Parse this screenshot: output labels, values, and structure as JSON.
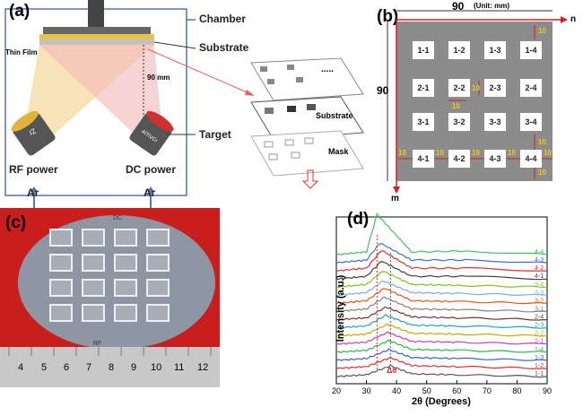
{
  "panel_a": {
    "letter": "(a)",
    "labels": {
      "chamber": "Chamber",
      "substrate": "Substrate",
      "thin_film": "Thin Film",
      "distance": "90 mm",
      "target": "Target",
      "left_target_text": "Zr",
      "right_target_text": "AlTiVCr",
      "rf_power": "RF power",
      "dc_power": "DC power",
      "gas_left": "Ar",
      "gas_right": "Ar"
    }
  },
  "panel_mid": {
    "substrate": "Substrate",
    "mask": "Mask",
    "dots": "....."
  },
  "panel_b": {
    "letter": "(b)",
    "width_label": "90",
    "unit": "(Unit: mm)",
    "height_label": "90",
    "axis_n": "n",
    "axis_m": "m",
    "gap": "10",
    "cells": [
      [
        "1-1",
        "1-2",
        "1-3",
        "1-4"
      ],
      [
        "2-1",
        "2-2",
        "2-3",
        "2-4"
      ],
      [
        "3-1",
        "3-2",
        "3-3",
        "3-4"
      ],
      [
        "4-1",
        "4-2",
        "4-3",
        "4-4"
      ]
    ]
  },
  "panel_c": {
    "letter": "(c)",
    "ruler_numbers": [
      "4",
      "5",
      "6",
      "7",
      "8",
      "9",
      "10",
      "11",
      "12"
    ],
    "wafer_marks": [
      "DC",
      "RF"
    ]
  },
  "panel_d": {
    "letter": "(d)",
    "annotation": "Δθ",
    "colors": {
      "1-1": "#555555",
      "1-2": "#e03030",
      "1-3": "#3a5fd0",
      "1-4": "#2bb24c",
      "2-1": "#c040c0",
      "2-2": "#c8a800",
      "2-3": "#20a0c0",
      "2-4": "#6b3a2a",
      "3-1": "#808080",
      "3-2": "#e05a10",
      "3-3": "#7aaee0",
      "3-4": "#80c020",
      "4-1": "#404040",
      "4-2": "#e03030",
      "4-3": "#3a6fd0",
      "4-4": "#40c060"
    }
  },
  "chart_data": {
    "type": "line",
    "xlabel": "2θ (Degrees)",
    "ylabel": "Intensity (a.u.)",
    "xlim": [
      20,
      90
    ],
    "xticks": [
      20,
      30,
      40,
      50,
      60,
      70,
      80,
      90
    ],
    "series": [
      {
        "name": "1-1",
        "values": [
          [
            20,
            0
          ],
          [
            30,
            0.2
          ],
          [
            38,
            1.2
          ],
          [
            45,
            0.3
          ],
          [
            60,
            0.2
          ],
          [
            90,
            0
          ]
        ]
      },
      {
        "name": "1-2",
        "values": [
          [
            20,
            0
          ],
          [
            30,
            0.2
          ],
          [
            38,
            1.2
          ],
          [
            45,
            0.3
          ],
          [
            60,
            0.2
          ],
          [
            90,
            0
          ]
        ]
      },
      {
        "name": "1-3",
        "values": [
          [
            20,
            0
          ],
          [
            30,
            0.2
          ],
          [
            37.5,
            1.2
          ],
          [
            45,
            0.3
          ],
          [
            60,
            0.2
          ],
          [
            90,
            0
          ]
        ]
      },
      {
        "name": "1-4",
        "values": [
          [
            20,
            0
          ],
          [
            30,
            0.2
          ],
          [
            37.5,
            1.3
          ],
          [
            45,
            0.3
          ],
          [
            60,
            0.2
          ],
          [
            90,
            0
          ]
        ]
      },
      {
        "name": "2-1",
        "values": [
          [
            20,
            0
          ],
          [
            30,
            0.2
          ],
          [
            37,
            1.3
          ],
          [
            45,
            0.3
          ],
          [
            60,
            0.2
          ],
          [
            90,
            0
          ]
        ]
      },
      {
        "name": "2-2",
        "values": [
          [
            20,
            0
          ],
          [
            30,
            0.2
          ],
          [
            37,
            1.3
          ],
          [
            45,
            0.3
          ],
          [
            60,
            0.2
          ],
          [
            90,
            0
          ]
        ]
      },
      {
        "name": "2-3",
        "values": [
          [
            20,
            0
          ],
          [
            30,
            0.2
          ],
          [
            36.5,
            1.4
          ],
          [
            45,
            0.3
          ],
          [
            60,
            0.2
          ],
          [
            90,
            0
          ]
        ]
      },
      {
        "name": "2-4",
        "values": [
          [
            20,
            0
          ],
          [
            30,
            0.2
          ],
          [
            36.5,
            1.4
          ],
          [
            45,
            0.3
          ],
          [
            60,
            0.2
          ],
          [
            90,
            0
          ]
        ]
      },
      {
        "name": "3-1",
        "values": [
          [
            20,
            0
          ],
          [
            30,
            0.3
          ],
          [
            36,
            1.6
          ],
          [
            45,
            0.3
          ],
          [
            60,
            0.2
          ],
          [
            90,
            0
          ]
        ]
      },
      {
        "name": "3-2",
        "values": [
          [
            20,
            0
          ],
          [
            30,
            0.3
          ],
          [
            36,
            1.7
          ],
          [
            45,
            0.3
          ],
          [
            60,
            0.2
          ],
          [
            90,
            0
          ]
        ]
      },
      {
        "name": "3-3",
        "values": [
          [
            20,
            0
          ],
          [
            30,
            0.3
          ],
          [
            35.5,
            1.6
          ],
          [
            45,
            0.3
          ],
          [
            60,
            0.2
          ],
          [
            90,
            0
          ]
        ]
      },
      {
        "name": "3-4",
        "values": [
          [
            20,
            0
          ],
          [
            30,
            0.3
          ],
          [
            35.5,
            1.8
          ],
          [
            45,
            0.3
          ],
          [
            60,
            0.2
          ],
          [
            90,
            0
          ]
        ]
      },
      {
        "name": "4-1",
        "values": [
          [
            20,
            0
          ],
          [
            30,
            0.3
          ],
          [
            35,
            2.0
          ],
          [
            45,
            0.3
          ],
          [
            63,
            0.3
          ],
          [
            90,
            0
          ]
        ]
      },
      {
        "name": "4-2",
        "values": [
          [
            20,
            0
          ],
          [
            30,
            0.3
          ],
          [
            35,
            2.3
          ],
          [
            45,
            0.3
          ],
          [
            63,
            0.3
          ],
          [
            90,
            0
          ]
        ]
      },
      {
        "name": "4-3",
        "values": [
          [
            20,
            0
          ],
          [
            30,
            0.3
          ],
          [
            34.5,
            2.2
          ],
          [
            45,
            0.3
          ],
          [
            63,
            0.3
          ],
          [
            90,
            0
          ]
        ]
      },
      {
        "name": "4-4",
        "values": [
          [
            20,
            0
          ],
          [
            30,
            0.3
          ],
          [
            33.5,
            4.5
          ],
          [
            45,
            0.3
          ],
          [
            63,
            0.4
          ],
          [
            90,
            0
          ]
        ]
      }
    ]
  }
}
